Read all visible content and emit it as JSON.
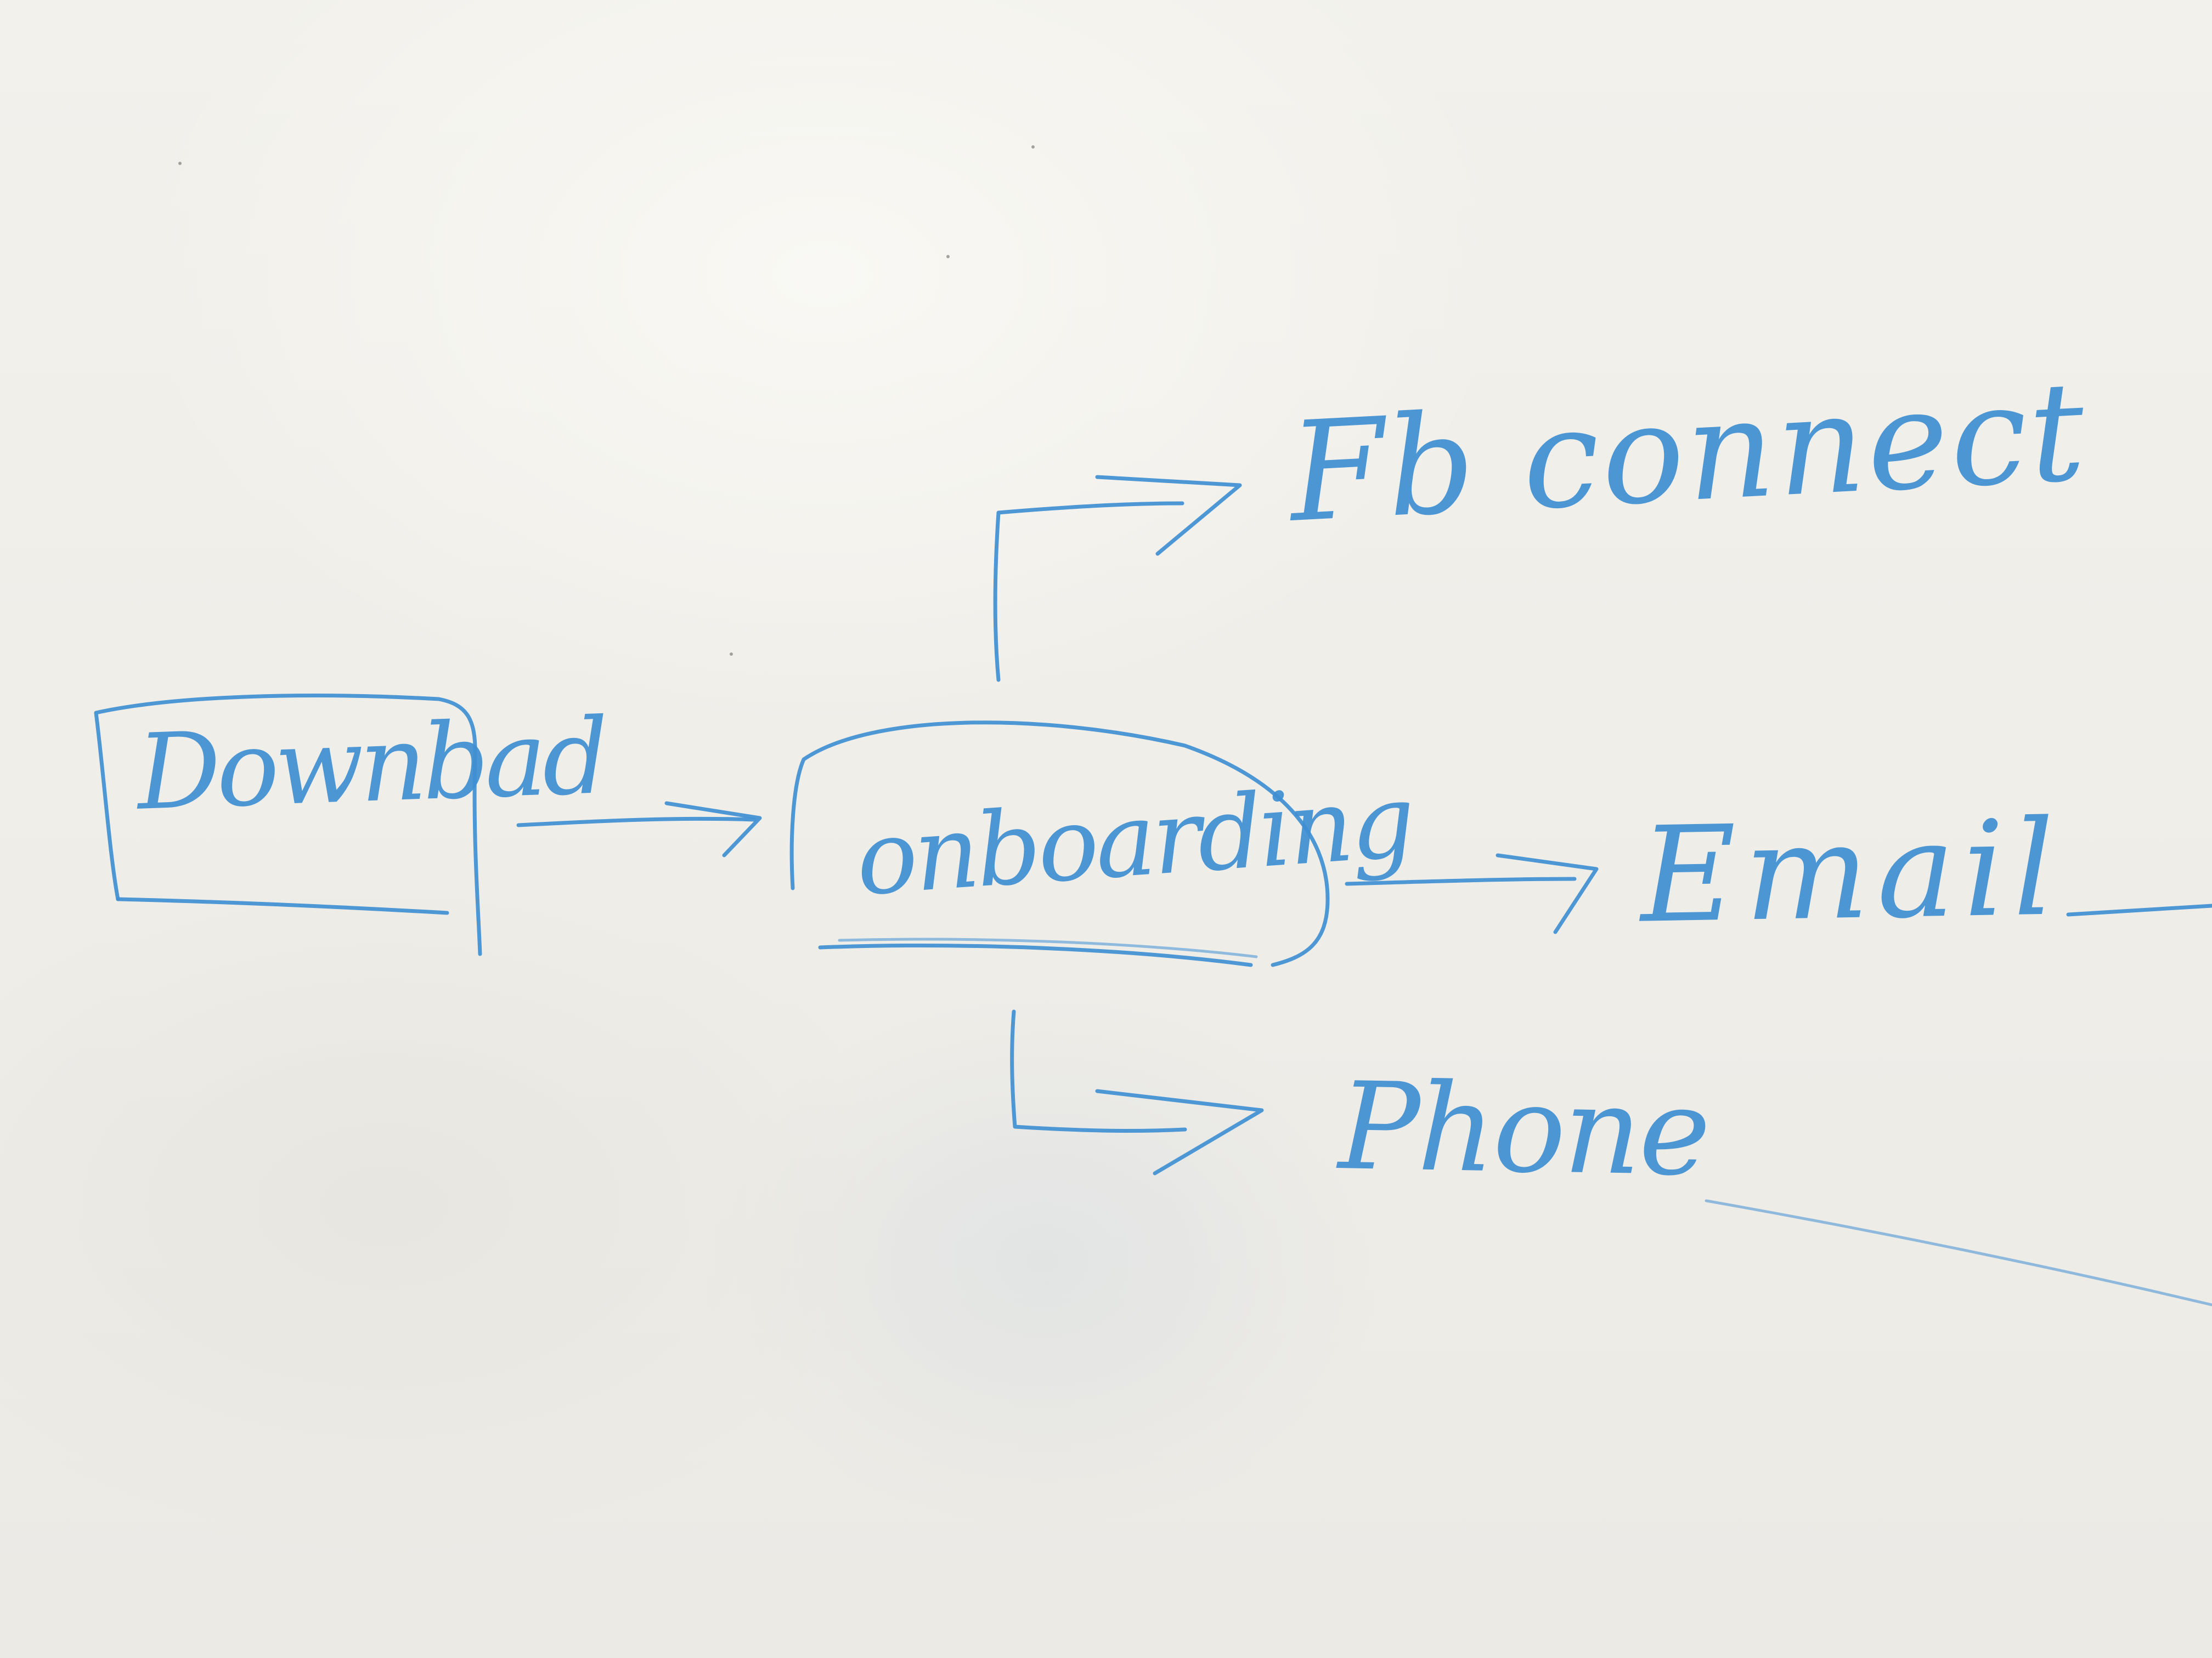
{
  "diagram": {
    "nodes": [
      {
        "id": "download",
        "label": "Downbad",
        "shape": "box"
      },
      {
        "id": "onboarding",
        "label": "onboarding",
        "shape": "rounded-box"
      },
      {
        "id": "fb_connect",
        "label": "Fb connect",
        "shape": "none"
      },
      {
        "id": "email",
        "label": "Email",
        "shape": "none"
      },
      {
        "id": "phone",
        "label": "Phone",
        "shape": "none"
      }
    ],
    "edges": [
      {
        "from": "download",
        "to": "onboarding"
      },
      {
        "from": "onboarding",
        "to": "fb_connect"
      },
      {
        "from": "onboarding",
        "to": "email"
      },
      {
        "from": "onboarding",
        "to": "phone"
      }
    ],
    "colors": {
      "ink": "#3f8fd3",
      "board": "#efede8"
    }
  }
}
